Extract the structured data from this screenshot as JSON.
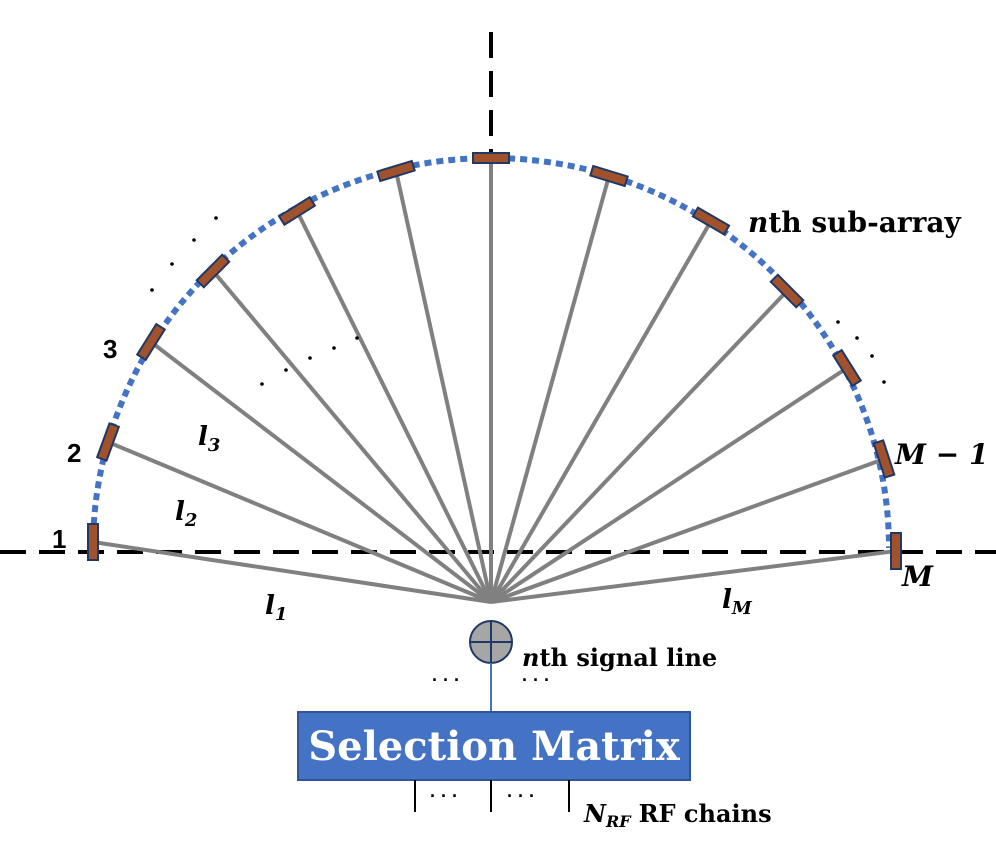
{
  "labels": {
    "element_1": "1",
    "element_2": "2",
    "element_3": "3",
    "element_m_minus_1": "M − 1",
    "element_m": "M",
    "sub_array_n": "n",
    "sub_array_rest": "th sub-array",
    "signal_n": "n",
    "signal_rest": "th signal line",
    "l1_base": "l",
    "l1_sub": "1",
    "l2_base": "l",
    "l2_sub": "2",
    "l3_base": "l",
    "l3_sub": "3",
    "lm_base": "l",
    "lm_sub": "M",
    "selection_matrix": "Selection Matrix",
    "nrf_base": "N",
    "nrf_sub": "RF",
    "rf_chains": "RF chains",
    "ellipsis": "· · ·"
  },
  "colors": {
    "arc": "#4472C4",
    "element_fill": "#A0522D",
    "element_stroke": "#1F3864",
    "feed_line": "#808080",
    "box_fill": "#4472C4",
    "box_stroke": "#2F5597",
    "box_text": "#ffffff",
    "combiner_fill": "#A6A6A6"
  },
  "icons": {
    "combiner": "circle-plus-icon"
  }
}
